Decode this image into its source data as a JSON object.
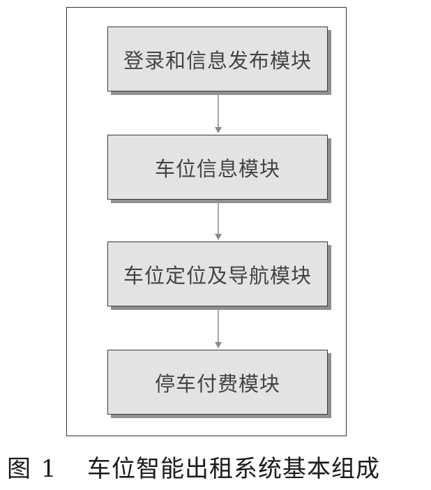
{
  "diagram": {
    "modules": [
      {
        "label": "登录和信息发布模块"
      },
      {
        "label": "车位信息模块"
      },
      {
        "label": "车位定位及导航模块"
      },
      {
        "label": "停车付费模块"
      }
    ],
    "colors": {
      "box_fill": "#e3e3e3",
      "box_border": "#3a3a3a",
      "box_shadow": "#8f8f8f",
      "arrow": "#8a8a8a",
      "frame_border": "#333333"
    }
  },
  "caption": {
    "figure_number": "图 1",
    "title": "车位智能出租系统基本组成"
  }
}
